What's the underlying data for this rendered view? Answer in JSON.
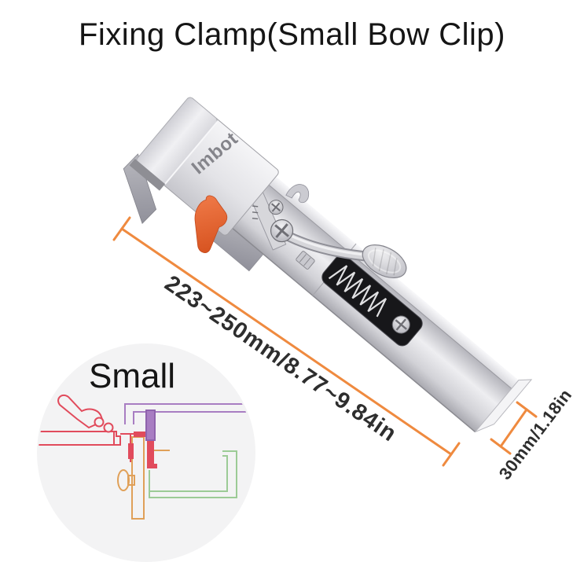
{
  "title": "Fixing Clamp(Small Bow Clip)",
  "product": {
    "brand_logo": "Imbot",
    "length_label": "223~250mm/8.77~9.84in",
    "width_label": "30mm/1.18in"
  },
  "inset": {
    "size_label": "Small"
  },
  "colors": {
    "dimension_line": "#EF8A3F",
    "dimension_text": "#2E2E2E",
    "pad_orange": "#ED6A3C",
    "diagram_red": "#E14B5C",
    "diagram_purple": "#A87DC2",
    "diagram_purple_dark": "#8F63AD",
    "diagram_orange": "#E0A058",
    "diagram_green": "#9CCB96",
    "inset_background": "#F3F3F4",
    "brand_text": "#85858B"
  }
}
